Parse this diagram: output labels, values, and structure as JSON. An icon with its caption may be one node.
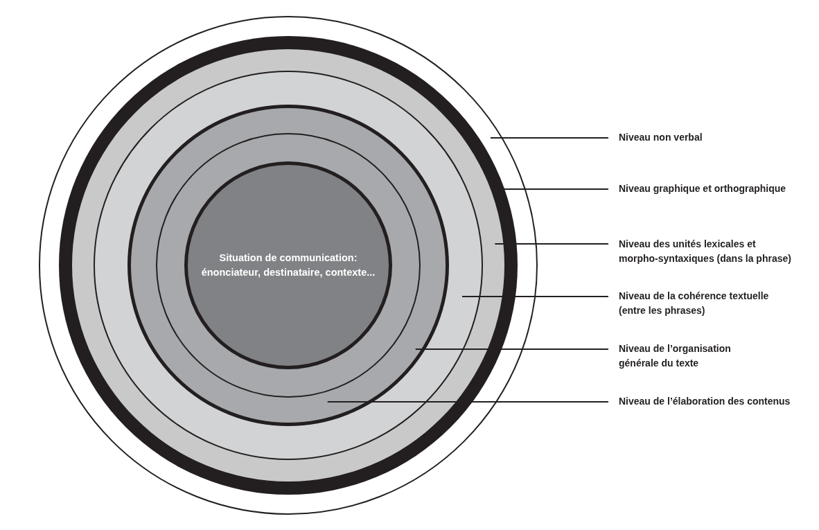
{
  "diagram": {
    "nodes": [
      {
        "text": [],
        "shape": "circle"
      },
      {
        "text": [],
        "shape": "circle",
        "in": 0
      },
      {
        "text": [],
        "shape": "circle",
        "in": 1
      },
      {
        "text": [],
        "shape": "circle",
        "in": 2
      },
      {
        "text": [],
        "shape": "circle",
        "in": 3
      },
      {
        "text": [],
        "shape": "circle",
        "in": 4
      },
      {
        "text": [
          "Situation de communication: énonciateur, destinataire, contexte..."
        ],
        "in": 5
      },
      {
        "text": [
          "Niveau non verbal"
        ]
      },
      {
        "text": [
          "Niveau graphique et orthographique"
        ]
      },
      {
        "text": [
          "Niveau des unités lexicales et morpho-syntaxiques (dans la phrase)"
        ]
      },
      {
        "text": [
          "Niveau de la cohérence textuelle (entre les phrases)"
        ]
      },
      {
        "text": [
          "Niveau de l’organisation générale du texte"
        ]
      },
      {
        "text": [
          "Niveau de l’élaboration des contenus"
        ]
      }
    ],
    "edges": [
      {
        "from": 7,
        "to": 0,
        "arrow": "none"
      },
      {
        "from": 8,
        "to": 1,
        "arrow": "none"
      },
      {
        "from": 9,
        "to": 2,
        "arrow": "none"
      },
      {
        "from": 10,
        "to": 3,
        "arrow": "none"
      },
      {
        "from": 11,
        "to": 4,
        "arrow": "none"
      },
      {
        "from": 12,
        "to": 4,
        "arrow": "none"
      }
    ]
  }
}
